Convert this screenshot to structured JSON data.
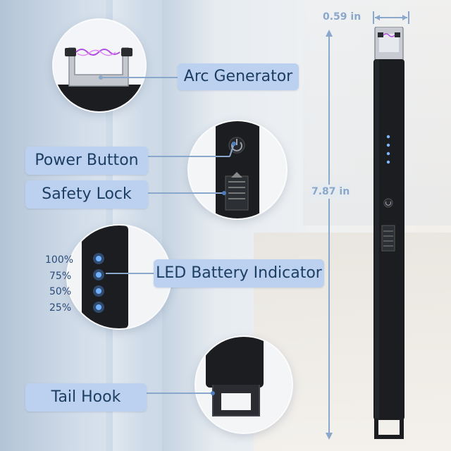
{
  "callouts": {
    "arc_generator": "Arc Generator",
    "power_button": "Power Button",
    "safety_lock": "Safety Lock",
    "led_indicator": "LED Battery Indicator",
    "tail_hook": "Tail Hook"
  },
  "battery_levels": [
    "100%",
    "75%",
    "50%",
    "25%"
  ],
  "dimensions": {
    "width": "0.59 in",
    "length": "7.87 in"
  },
  "colors": {
    "label_bg": "#bcd1f0",
    "label_text": "#1d3e63",
    "dimension_text": "#8aa8cc",
    "lighter_body": "#1b1d21",
    "led": "#5aa3ff"
  }
}
